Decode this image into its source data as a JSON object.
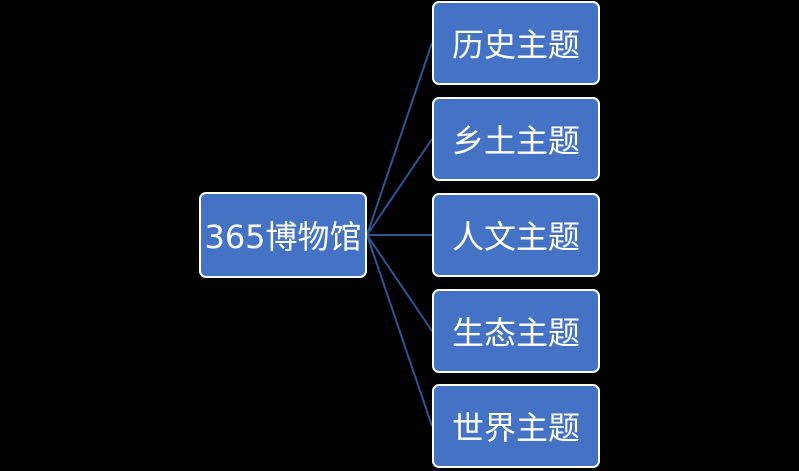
{
  "colors": {
    "background": "#000000",
    "node_fill": "#4472C4",
    "node_border": "#FFFFFF",
    "connector": "#2F5597",
    "text": "#FFFFFF"
  },
  "diagram": {
    "root": {
      "label": "365博物馆"
    },
    "children": [
      {
        "label": "历史主题"
      },
      {
        "label": "乡土主题"
      },
      {
        "label": "人文主题"
      },
      {
        "label": "生态主题"
      },
      {
        "label": "世界主题"
      }
    ]
  }
}
